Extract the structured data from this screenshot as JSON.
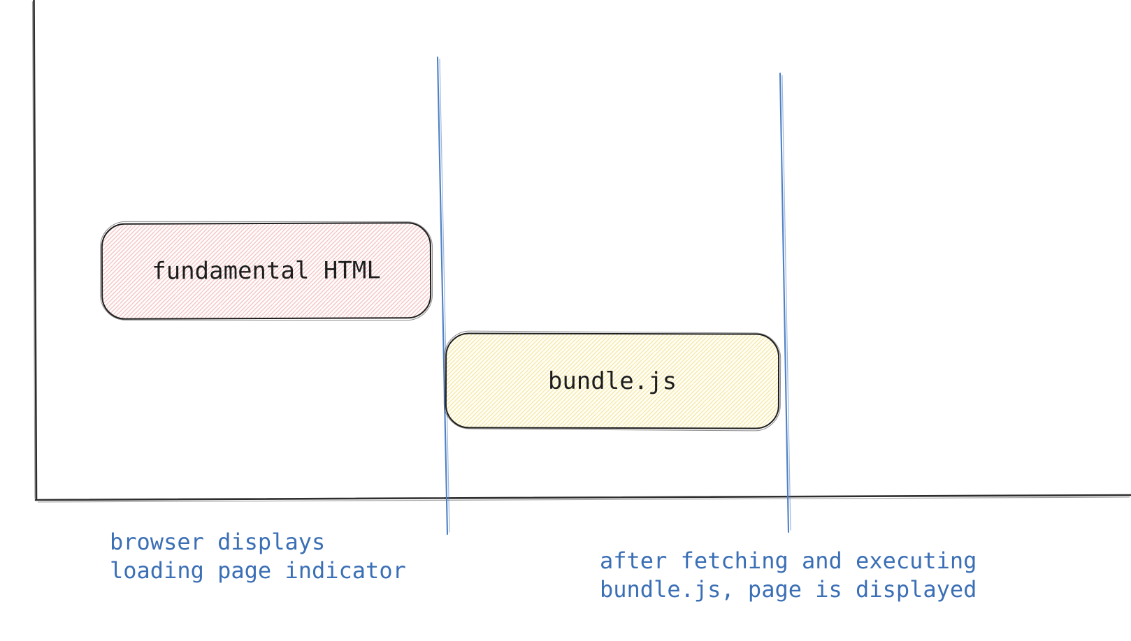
{
  "diagram": {
    "type": "hand-drawn timeline sketch",
    "boxes": [
      {
        "label": "fundamental HTML",
        "fill_color": "#ffc9c9",
        "hatch_color": "#f4c7c7",
        "stroke_color": "#1e1e1e"
      },
      {
        "label": "bundle.js",
        "fill_color": "#ffec99",
        "hatch_color": "#f5e9ae",
        "stroke_color": "#1e1e1e"
      }
    ],
    "markers": [
      {
        "name": "loading-indicator-marker",
        "color": "#4e80c4"
      },
      {
        "name": "page-displayed-marker",
        "color": "#4e80c4"
      }
    ],
    "annotations": [
      {
        "line1": "browser displays",
        "line2": "loading page indicator",
        "color": "#3b6fb5"
      },
      {
        "line1": "after fetching and executing",
        "line2": "bundle.js, page is displayed",
        "color": "#3b6fb5"
      }
    ],
    "axis_color": "#2e2e2e",
    "background_color": "#ffffff"
  }
}
